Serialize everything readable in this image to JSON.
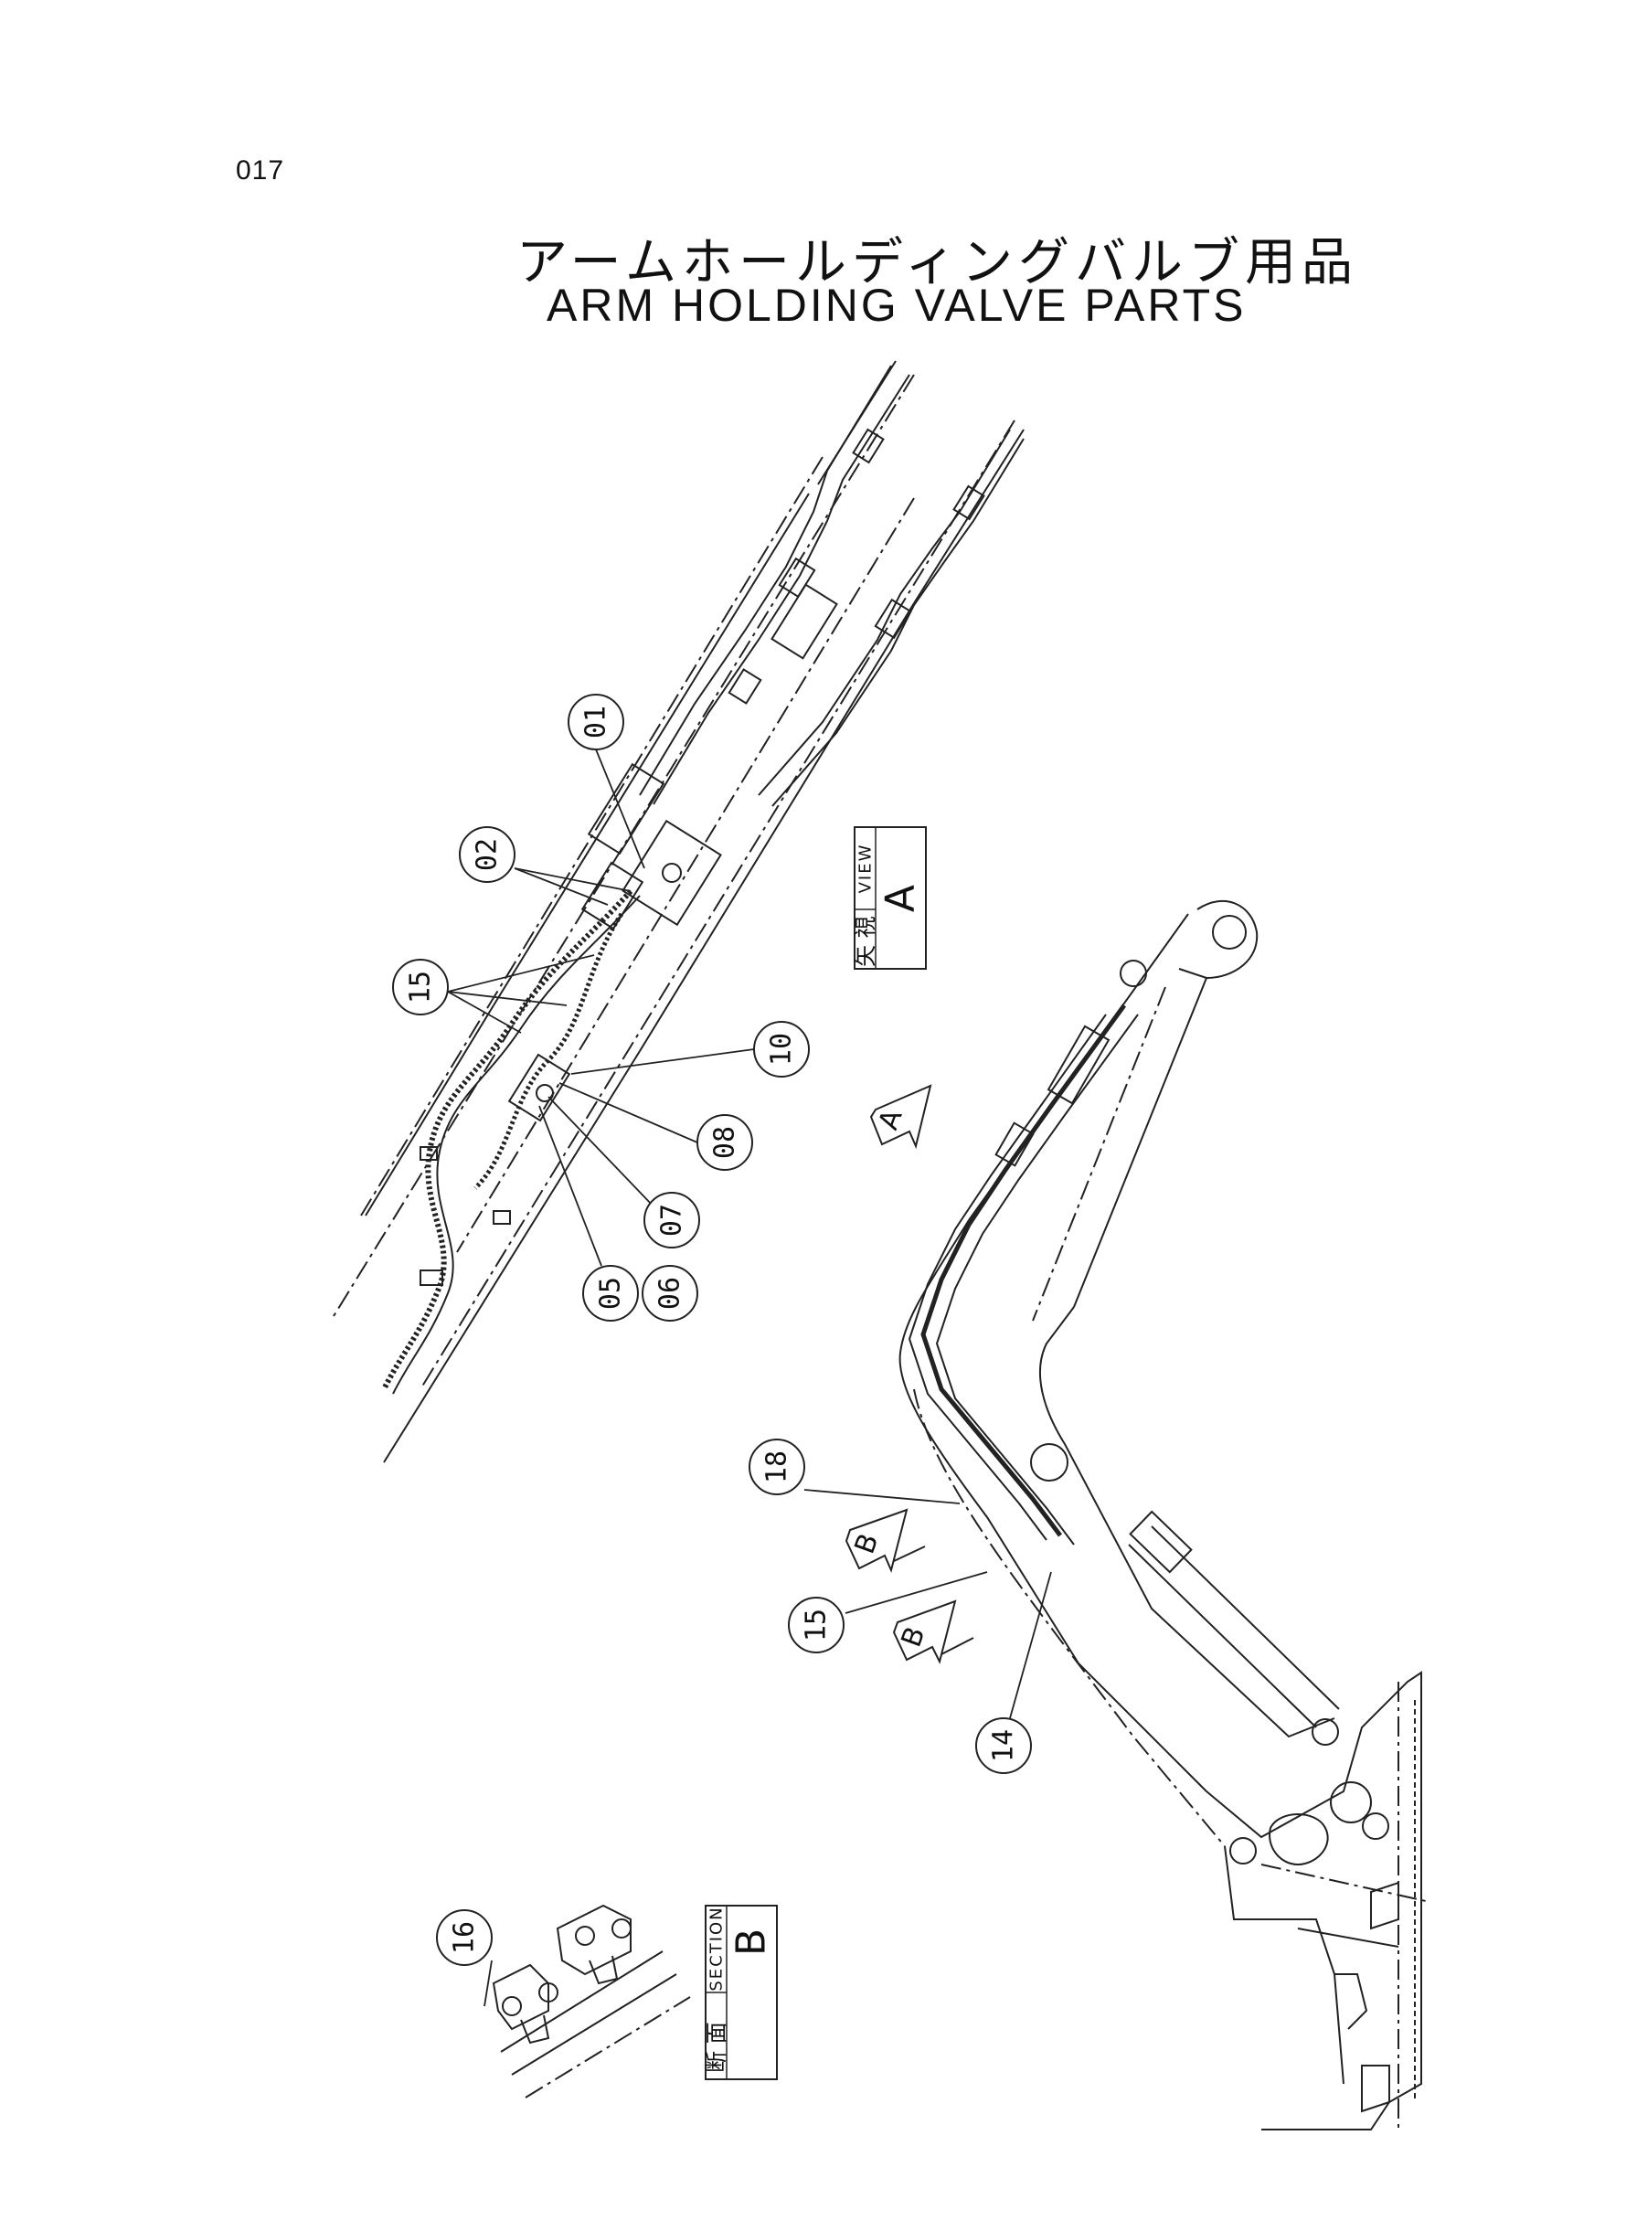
{
  "page_number": "017",
  "title_jp": "アームホールディングバルブ用品",
  "title_en": "ARM HOLDING VALVE PARTS",
  "callouts": [
    "01",
    "02",
    "15",
    "10",
    "08",
    "07",
    "05",
    "06",
    "18",
    "15",
    "14",
    "16"
  ],
  "view_tag": {
    "jp": "矢 視",
    "en": "VIEW",
    "letter": "A"
  },
  "section_tag": {
    "jp": "断 面",
    "en": "SECTION",
    "letter": "B"
  },
  "view_arrows": [
    "A",
    "B",
    "B"
  ]
}
